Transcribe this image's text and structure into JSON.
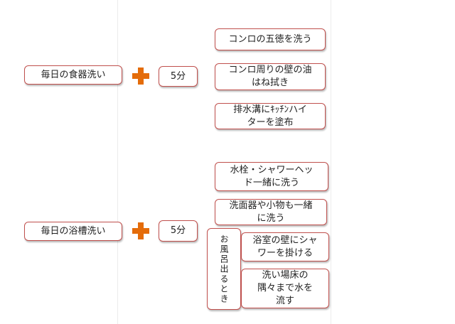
{
  "groups": [
    {
      "task": "毎日の食器洗い",
      "time": "5分",
      "items": [
        "コンロの五徳を洗う",
        "コンロ周りの壁の油\nはね拭き",
        "排水溝にｷｯﾁﾝハイ\nターを塗布"
      ]
    },
    {
      "task": "毎日の浴槽洗い",
      "time": "5分",
      "items": [
        "水栓・シャワーヘッ\nド一緒に洗う",
        "洗面器や小物も一緒\nに洗う"
      ],
      "bath_label": "お風呂出るとき",
      "bath_items": [
        "浴室の壁にシャ\nワーを掛ける",
        "洗い場床の\n隅々まで水を\n流す"
      ]
    }
  ],
  "colors": {
    "border": "#c0504d",
    "plus": "#e46c0a"
  }
}
